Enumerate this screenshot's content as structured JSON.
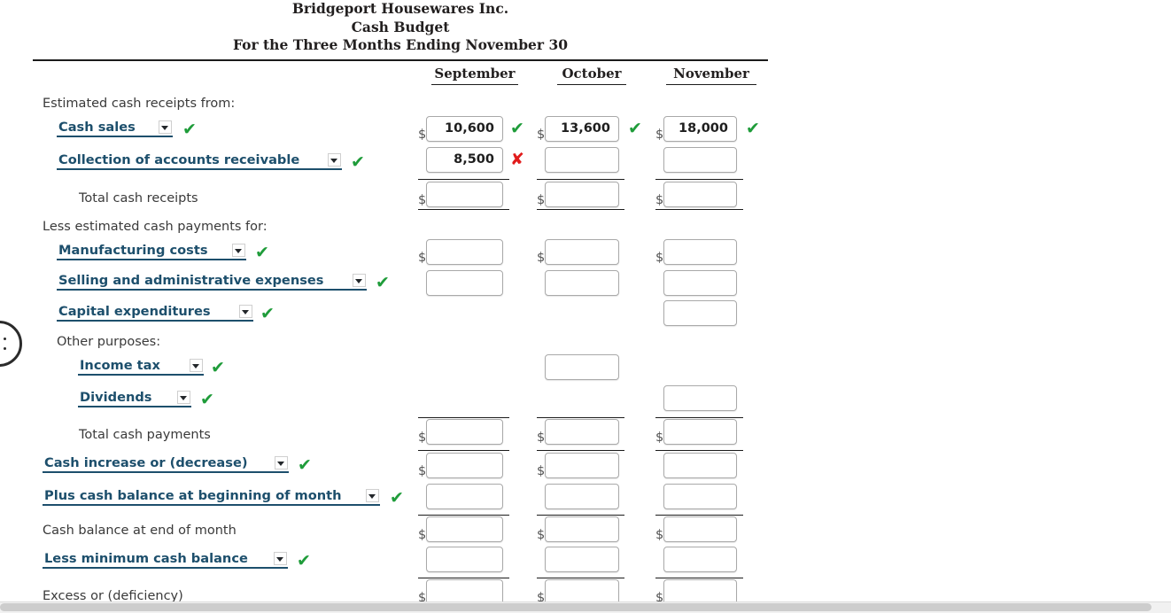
{
  "report": {
    "company": "Bridgeport Housewares Inc.",
    "statement": "Cash Budget",
    "period": "For the Three Months Ending November 30"
  },
  "columns": [
    {
      "label": "September",
      "key": "september"
    },
    {
      "label": "October",
      "key": "october"
    },
    {
      "label": "November",
      "key": "november"
    }
  ],
  "currency_symbol": "$",
  "marks": {
    "correct": "✔",
    "incorrect": "✘"
  },
  "colors": {
    "dropdown_text": "#1d4f6c",
    "correct": "#1f9c3a",
    "incorrect": "#e11b1b",
    "rule": "#1b1b1b"
  },
  "section_labels": {
    "receipts_header": "Estimated cash receipts from:",
    "total_cash_receipts": "Total cash receipts",
    "payments_header": "Less estimated cash payments for:",
    "other_purposes": "Other purposes:",
    "total_cash_payments": "Total cash payments",
    "cash_balance_end": "Cash balance at end of month",
    "excess_deficiency": "Excess or (deficiency)"
  },
  "dropdowns": [
    {
      "id": "cash-sales",
      "value": "Cash sales",
      "mark": "correct"
    },
    {
      "id": "collection-of-accounts-receivable",
      "value": "Collection of accounts receivable",
      "mark": "correct"
    },
    {
      "id": "manufacturing-costs",
      "value": "Manufacturing costs",
      "mark": "correct"
    },
    {
      "id": "selling-and-administrative-expenses",
      "value": "Selling and administrative expenses",
      "mark": "correct"
    },
    {
      "id": "capital-expenditures",
      "value": "Capital expenditures",
      "mark": "correct"
    },
    {
      "id": "income-tax",
      "value": "Income tax",
      "mark": "correct"
    },
    {
      "id": "dividends",
      "value": "Dividends",
      "mark": "correct"
    },
    {
      "id": "cash-increase-or-decrease",
      "value": "Cash increase or (decrease)",
      "mark": "correct"
    },
    {
      "id": "plus-cash-balance-at-beginning-of-month",
      "value": "Plus cash balance at beginning of month",
      "mark": "correct"
    },
    {
      "id": "less-minimum-cash-balance",
      "value": "Less minimum cash balance",
      "mark": "correct"
    }
  ],
  "values": {
    "cash_sales": {
      "september": "10,600",
      "october": "13,600",
      "november": "18,000"
    },
    "collection_of_accounts_receivable": {
      "september": "8,500",
      "october": "",
      "november": ""
    },
    "total_cash_receipts": {
      "september": "",
      "october": "",
      "november": ""
    },
    "manufacturing_costs": {
      "september": "",
      "october": "",
      "november": ""
    },
    "selling_and_administrative_expenses": {
      "september": "",
      "october": "",
      "november": ""
    },
    "capital_expenditures": {
      "november": ""
    },
    "income_tax": {
      "october": ""
    },
    "dividends": {
      "november": ""
    },
    "total_cash_payments": {
      "september": "",
      "october": "",
      "november": ""
    },
    "cash_increase_or_decrease": {
      "september": "",
      "october": "",
      "november": ""
    },
    "plus_cash_balance_beginning": {
      "september": "",
      "october": "",
      "november": ""
    },
    "cash_balance_end_of_month": {
      "september": "",
      "october": "",
      "november": ""
    },
    "less_minimum_cash_balance": {
      "september": "",
      "october": "",
      "november": ""
    },
    "excess_or_deficiency": {
      "september": "",
      "october": "",
      "november": ""
    }
  },
  "value_marks": {
    "cash_sales": {
      "september": "correct",
      "october": "correct",
      "november": "correct"
    },
    "collection_of_accounts_receivable": {
      "september": "incorrect"
    }
  }
}
